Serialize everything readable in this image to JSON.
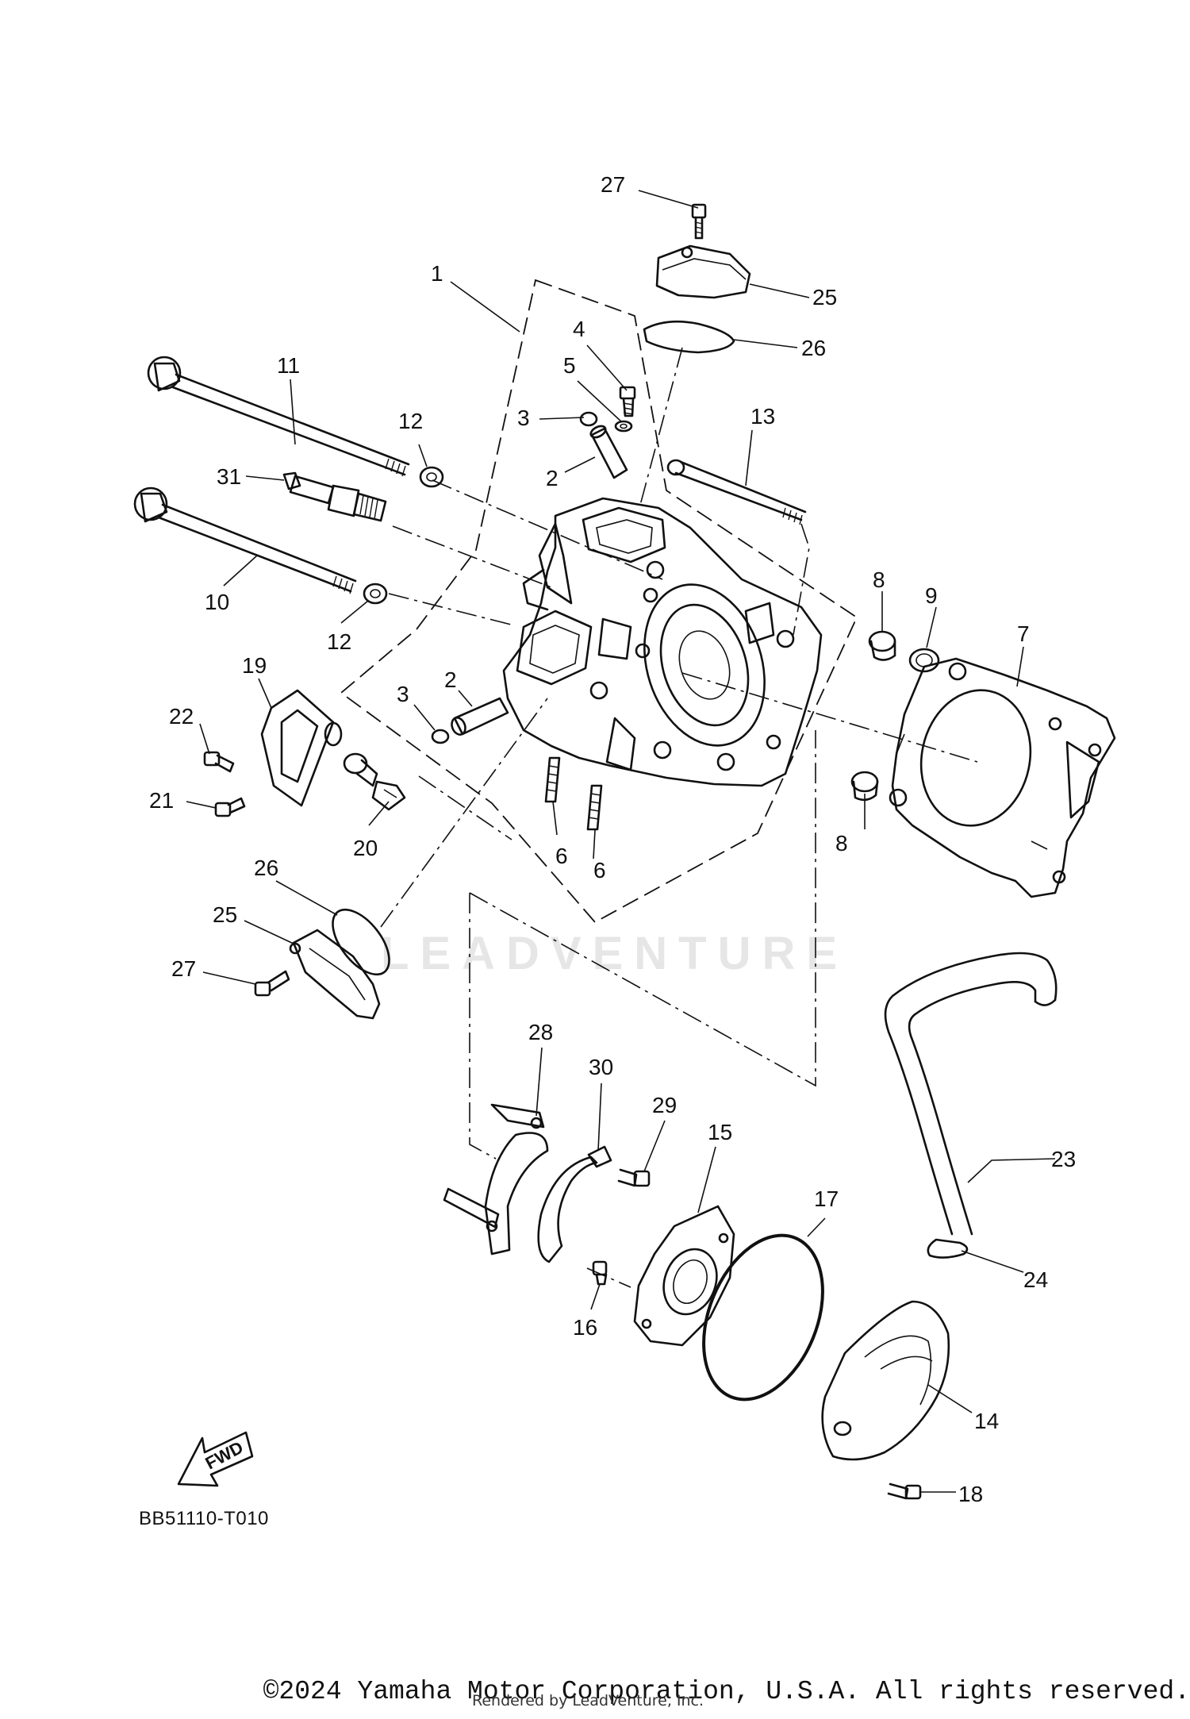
{
  "diagram": {
    "callouts": [
      "27",
      "25",
      "26",
      "1",
      "4",
      "5",
      "3",
      "2",
      "11",
      "12",
      "31",
      "13",
      "10",
      "12",
      "8",
      "9",
      "7",
      "19",
      "22",
      "3",
      "2",
      "21",
      "20",
      "6",
      "6",
      "8",
      "26",
      "25",
      "27",
      "28",
      "30",
      "29",
      "15",
      "23",
      "17",
      "24",
      "16",
      "14",
      "18"
    ],
    "fwd_label": "FWD",
    "diagram_code": "BB51110-T010"
  },
  "watermark": "LEADVENTURE",
  "footer": {
    "copyright": "©2024 Yamaha Motor Corporation, U.S.A. All rights reserved.",
    "rendered_by": "Rendered by LeadVenture, Inc."
  }
}
